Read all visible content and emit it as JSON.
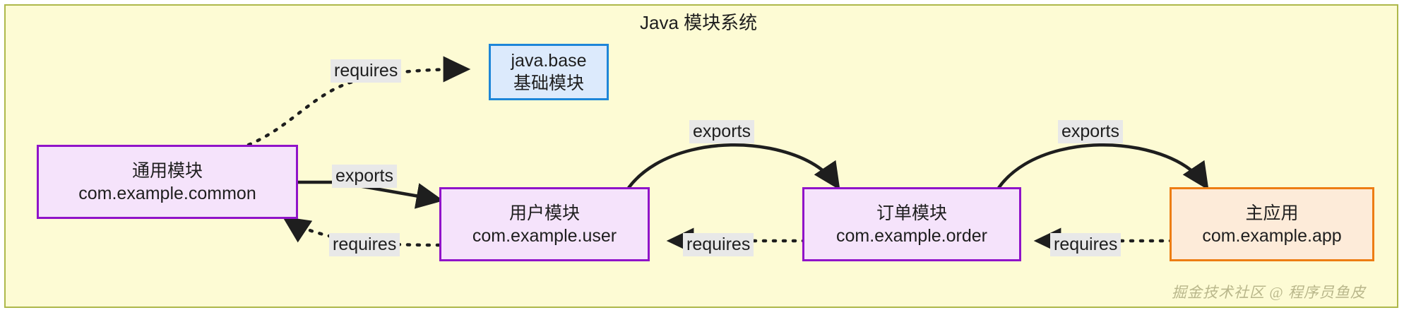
{
  "diagram": {
    "title": "Java 模块系统",
    "watermark": "掘金技术社区 @ 程序员鱼皮",
    "colors": {
      "canvas_background": "#fdfbd4",
      "canvas_border": "#aeb84a",
      "purple_fill": "#f5e3fb",
      "purple_border": "#9013c9",
      "blue_fill": "#dceafc",
      "blue_border": "#1e86d8",
      "orange_fill": "#fdebd9",
      "orange_border": "#ed7d14",
      "edge_stroke": "#1e1e1e",
      "edge_label_background": "#e8e8e8"
    },
    "nodes": [
      {
        "id": "java-base",
        "style": "blue",
        "name_cn": "java.base",
        "name_id": "基础模块"
      },
      {
        "id": "common",
        "style": "purple",
        "name_cn": "通用模块",
        "name_id": "com.example.common"
      },
      {
        "id": "user",
        "style": "purple",
        "name_cn": "用户模块",
        "name_id": "com.example.user"
      },
      {
        "id": "order",
        "style": "purple",
        "name_cn": "订单模块",
        "name_id": "com.example.order"
      },
      {
        "id": "app",
        "style": "orange",
        "name_cn": "主应用",
        "name_id": "com.example.app"
      }
    ],
    "edges": [
      {
        "id": "common-requires-javabase",
        "from": "common",
        "to": "java-base",
        "label": "requires",
        "line": "dotted"
      },
      {
        "id": "common-exports-user",
        "from": "common",
        "to": "user",
        "label": "exports",
        "line": "solid"
      },
      {
        "id": "user-requires-common",
        "from": "user",
        "to": "common",
        "label": "requires",
        "line": "dotted"
      },
      {
        "id": "user-exports-order",
        "from": "user",
        "to": "order",
        "label": "exports",
        "line": "solid"
      },
      {
        "id": "order-requires-user",
        "from": "order",
        "to": "user",
        "label": "requires",
        "line": "dotted"
      },
      {
        "id": "order-exports-app",
        "from": "order",
        "to": "app",
        "label": "exports",
        "line": "solid"
      },
      {
        "id": "app-requires-order",
        "from": "app",
        "to": "order",
        "label": "requires",
        "line": "dotted"
      }
    ]
  }
}
